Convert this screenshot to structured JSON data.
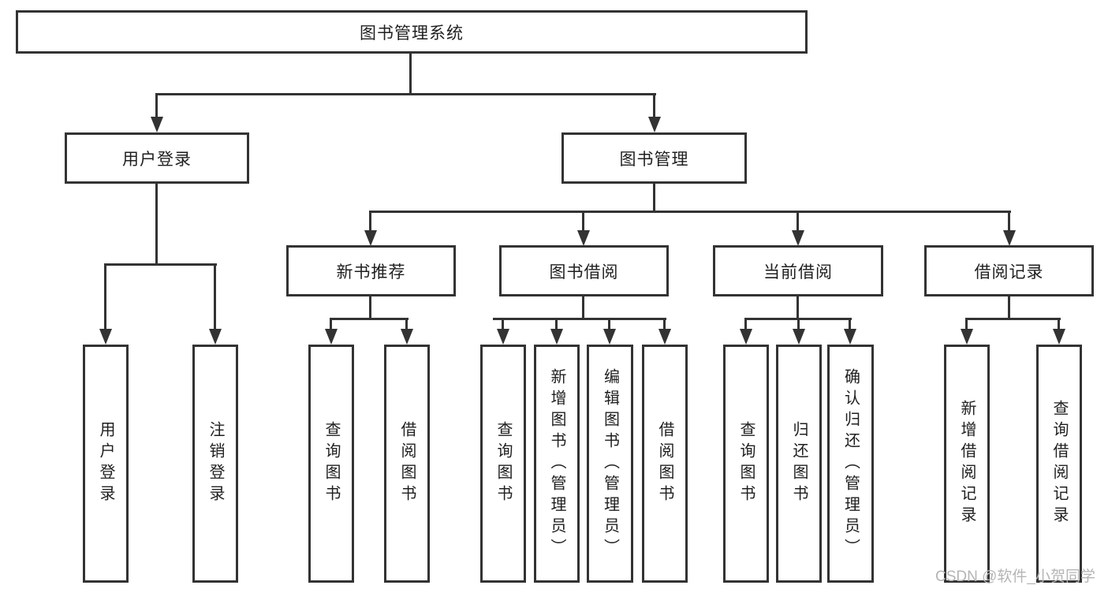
{
  "diagram": {
    "title_node": "图书管理系统",
    "level2": [
      "用户登录",
      "图书管理"
    ],
    "level3": [
      "新书推荐",
      "图书借阅",
      "当前借阅",
      "借阅记录"
    ],
    "leaves": {
      "user_login": [
        "用户登录",
        "注销登录"
      ],
      "new_book": [
        "查询图书",
        "借阅图书"
      ],
      "book_borrow": [
        "查询图书",
        "新增图书（管理员）",
        "编辑图书（管理员）",
        "借阅图书"
      ],
      "current_borrow": [
        "查询图书",
        "归还图书",
        "确认归还（管理员）"
      ],
      "borrow_records": [
        "新增借阅记录",
        "查询借阅记录"
      ]
    },
    "watermark": "CSDN @软件_小贺同学",
    "colors": {
      "line": "#333333",
      "box_border": "#333333",
      "text": "#1f1f1f",
      "watermark": "#b5b5b5",
      "background": "#ffffff"
    }
  }
}
